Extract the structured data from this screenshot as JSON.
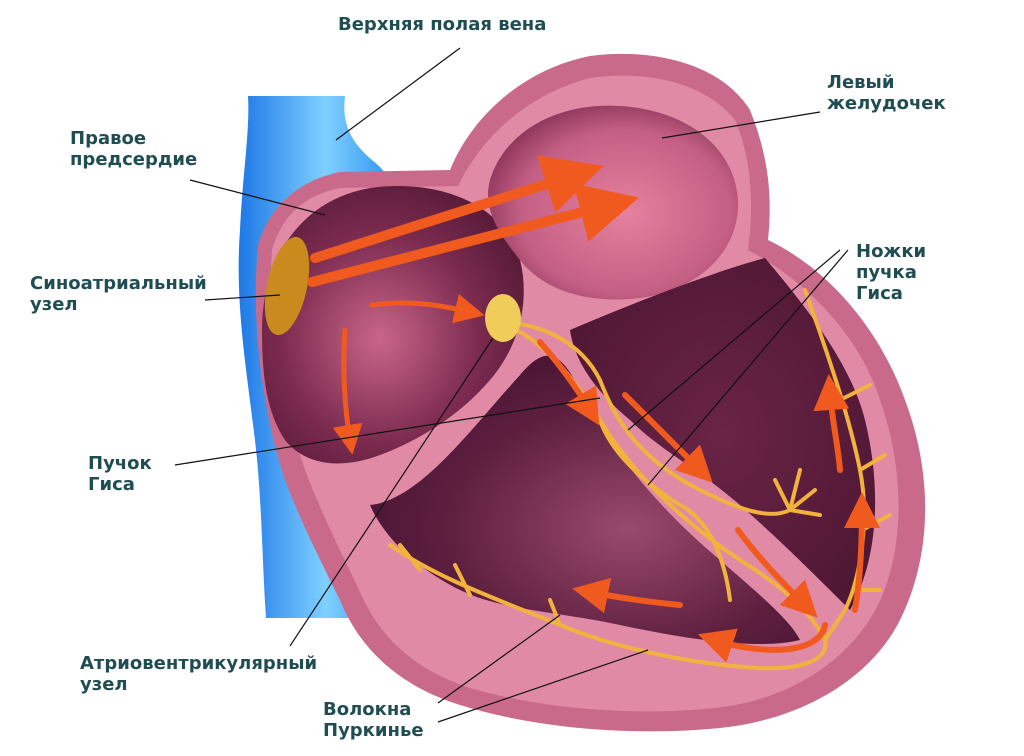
{
  "labels": {
    "superior_vena_cava": [
      "Верхняя полая вена"
    ],
    "left_ventricle": [
      "Левый",
      "желудочек"
    ],
    "right_atrium": [
      "Правое",
      "предсердие"
    ],
    "sa_node": [
      "Синоатриальный",
      "узел"
    ],
    "bundle_branches": [
      "Ножки",
      "пучка",
      "Гиса"
    ],
    "bundle_of_his": [
      "Пучок",
      "Гиса"
    ],
    "av_node": [
      "Атриовентрикулярный",
      "узел"
    ],
    "purkinje_fibers": [
      "Волокна",
      "Пуркинье"
    ]
  },
  "colors": {
    "label_text": "#1f4d52",
    "heart_outer": "#c96a8a",
    "heart_wall": "#e18aa6",
    "chamber_dark": "#5a1f3c",
    "chamber_light": "#d9789a",
    "vena_cava": "#2a8ff0",
    "conduction_fiber": "#f2b33d",
    "sa_node": "#c98a1e",
    "av_node": "#f0cc5a",
    "arrow": "#f05a1e",
    "leader_line": "#111111"
  }
}
